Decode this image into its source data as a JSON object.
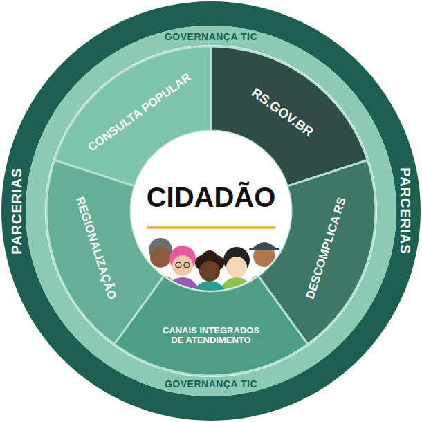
{
  "diagram": {
    "nodes": [
      {
        "text": [
          "PARCERIAS",
          "PARCERIAS"
        ]
      },
      {
        "text": [
          "GOVERNANÇA TIC",
          "GOVERNANÇA TIC"
        ],
        "in": 0
      },
      {
        "text": [
          "CONSULTA POPULAR"
        ],
        "in": 1
      },
      {
        "text": [
          "RS.GOV.BR"
        ],
        "in": 1
      },
      {
        "text": [
          "DESCOMPLICA RS"
        ],
        "in": 1
      },
      {
        "text": [
          "CANAIS INTEGRADOS DE ATENDIMENTO"
        ],
        "in": 1
      },
      {
        "text": [
          "REGIONALIZAÇÃO"
        ],
        "in": 1
      },
      {
        "text": [
          "CIDADÃO"
        ],
        "in": 1
      }
    ]
  }
}
